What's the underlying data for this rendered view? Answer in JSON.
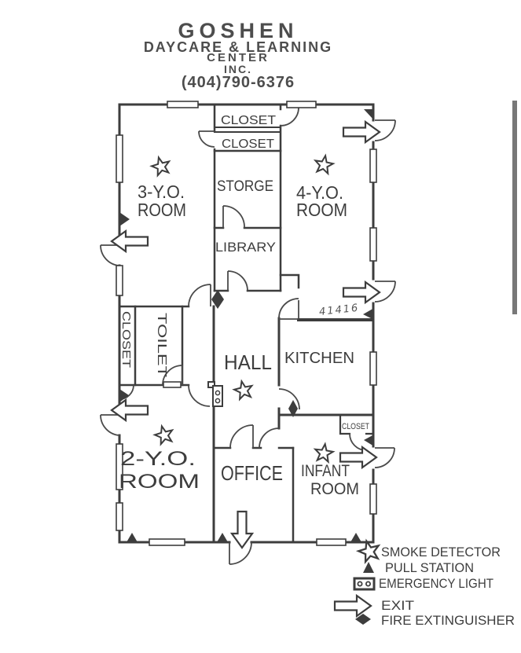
{
  "header": {
    "title": "GOSHEN",
    "subtitle1": "DAYCARE & LEARNING",
    "subtitle2": "CENTER",
    "subtitle3": "INC.",
    "phone": "(404)790-6376"
  },
  "rooms": {
    "closet_top_upper": "CLOSET",
    "closet_top_lower": "CLOSET",
    "storage": "STORGE",
    "three_yo": [
      "3-Y.O.",
      "ROOM"
    ],
    "four_yo": [
      "4-Y.O.",
      "ROOM"
    ],
    "library": "LIBRARY",
    "closet_left": "CLOSET",
    "toilet": "TOILET",
    "hall": "HALL",
    "kitchen": "KITCHEN",
    "closet_kitchen": "CLOSET",
    "two_yo": [
      "2-Y.O.",
      "ROOM"
    ],
    "office": "OFFICE",
    "infant": [
      "INFANT",
      "ROOM"
    ]
  },
  "annotations": {
    "handwritten_note": "41416"
  },
  "legend": {
    "items": [
      {
        "symbol": "smoke-detector",
        "label": "SMOKE DETECTOR"
      },
      {
        "symbol": "pull-station",
        "label": "PULL STATION"
      },
      {
        "symbol": "emergency-light",
        "label": "EMERGENCY LIGHT"
      },
      {
        "symbol": "exit",
        "label": "EXIT"
      },
      {
        "symbol": "fire-extinguisher",
        "label": "FIRE EXTINGUISHER"
      }
    ]
  },
  "colors": {
    "ink": "#3d3d3d",
    "paper": "#ffffff"
  }
}
